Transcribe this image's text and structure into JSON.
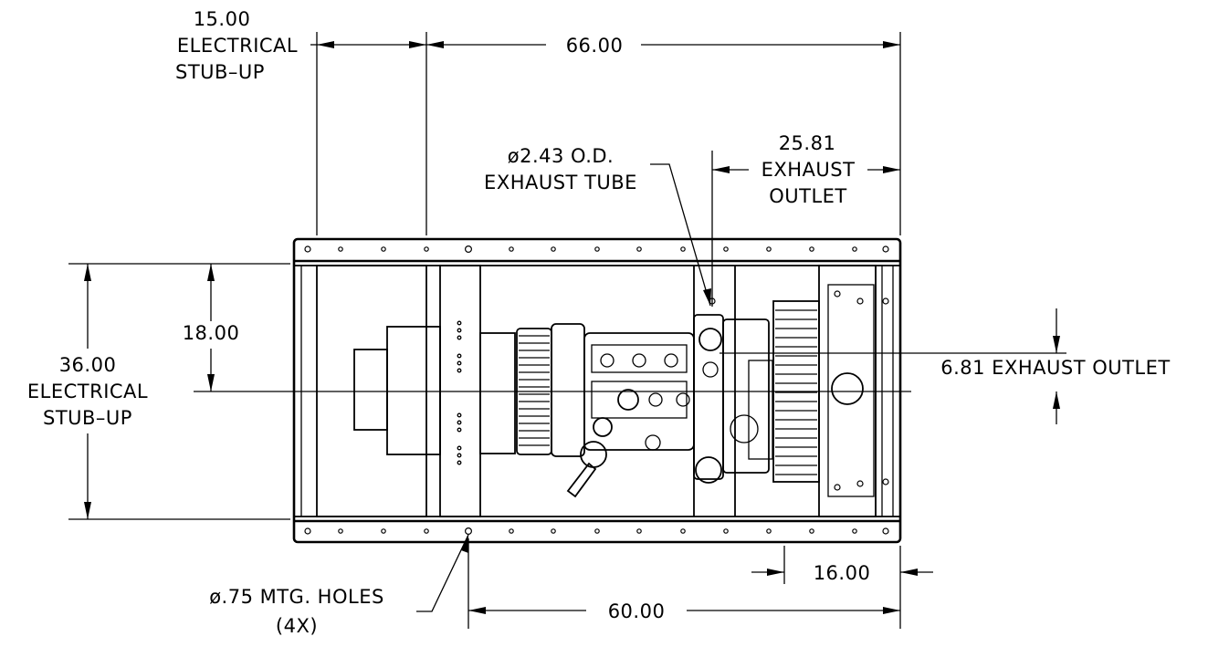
{
  "dimensions": {
    "top_left": {
      "value": "15.00",
      "line1": "ELECTRICAL",
      "line2": "STUB–UP"
    },
    "top_overall": {
      "value": "66.00"
    },
    "exhaust_tube": {
      "line1": "ø2.43 O.D.",
      "line2": "EXHAUST TUBE"
    },
    "exhaust_outlet_x": {
      "value": "25.81",
      "line1": "EXHAUST",
      "line2": "OUTLET"
    },
    "left_inner": {
      "value": "18.00"
    },
    "left_overall": {
      "value": "36.00",
      "line1": "ELECTRICAL",
      "line2": "STUB–UP"
    },
    "exhaust_outlet_y": {
      "label": "6.81 EXHAUST OUTLET"
    },
    "mtg_holes": {
      "line1": "ø.75 MTG. HOLES",
      "line2": "(4X)"
    },
    "bottom_right": {
      "value": "16.00"
    },
    "bottom_overall": {
      "value": "60.00"
    }
  }
}
